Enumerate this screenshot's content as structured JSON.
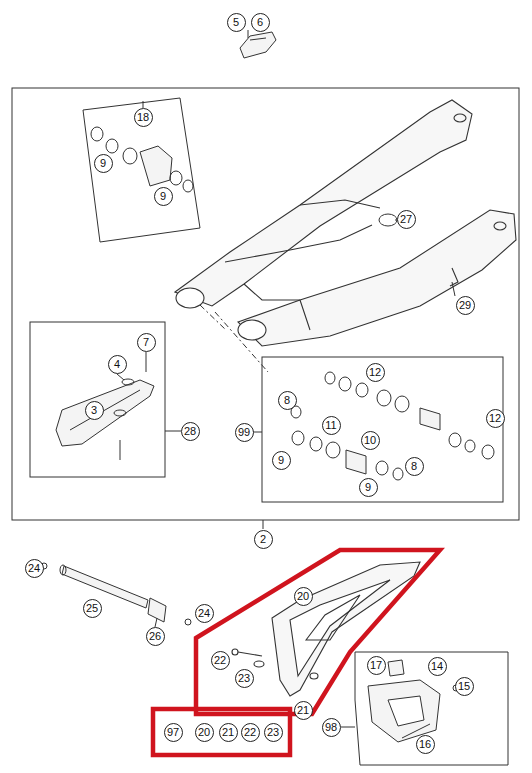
{
  "diagram": {
    "labels": [
      "5",
      "6",
      "18",
      "9",
      "9",
      "27",
      "29",
      "7",
      "4",
      "12",
      "3",
      "28",
      "8",
      "99",
      "9",
      "11",
      "12",
      "10",
      "8",
      "9",
      "2",
      "24",
      "25",
      "20",
      "24",
      "26",
      "22",
      "17",
      "14",
      "23",
      "21",
      "15",
      "98",
      "16",
      "97",
      "20",
      "21",
      "22",
      "23"
    ]
  }
}
